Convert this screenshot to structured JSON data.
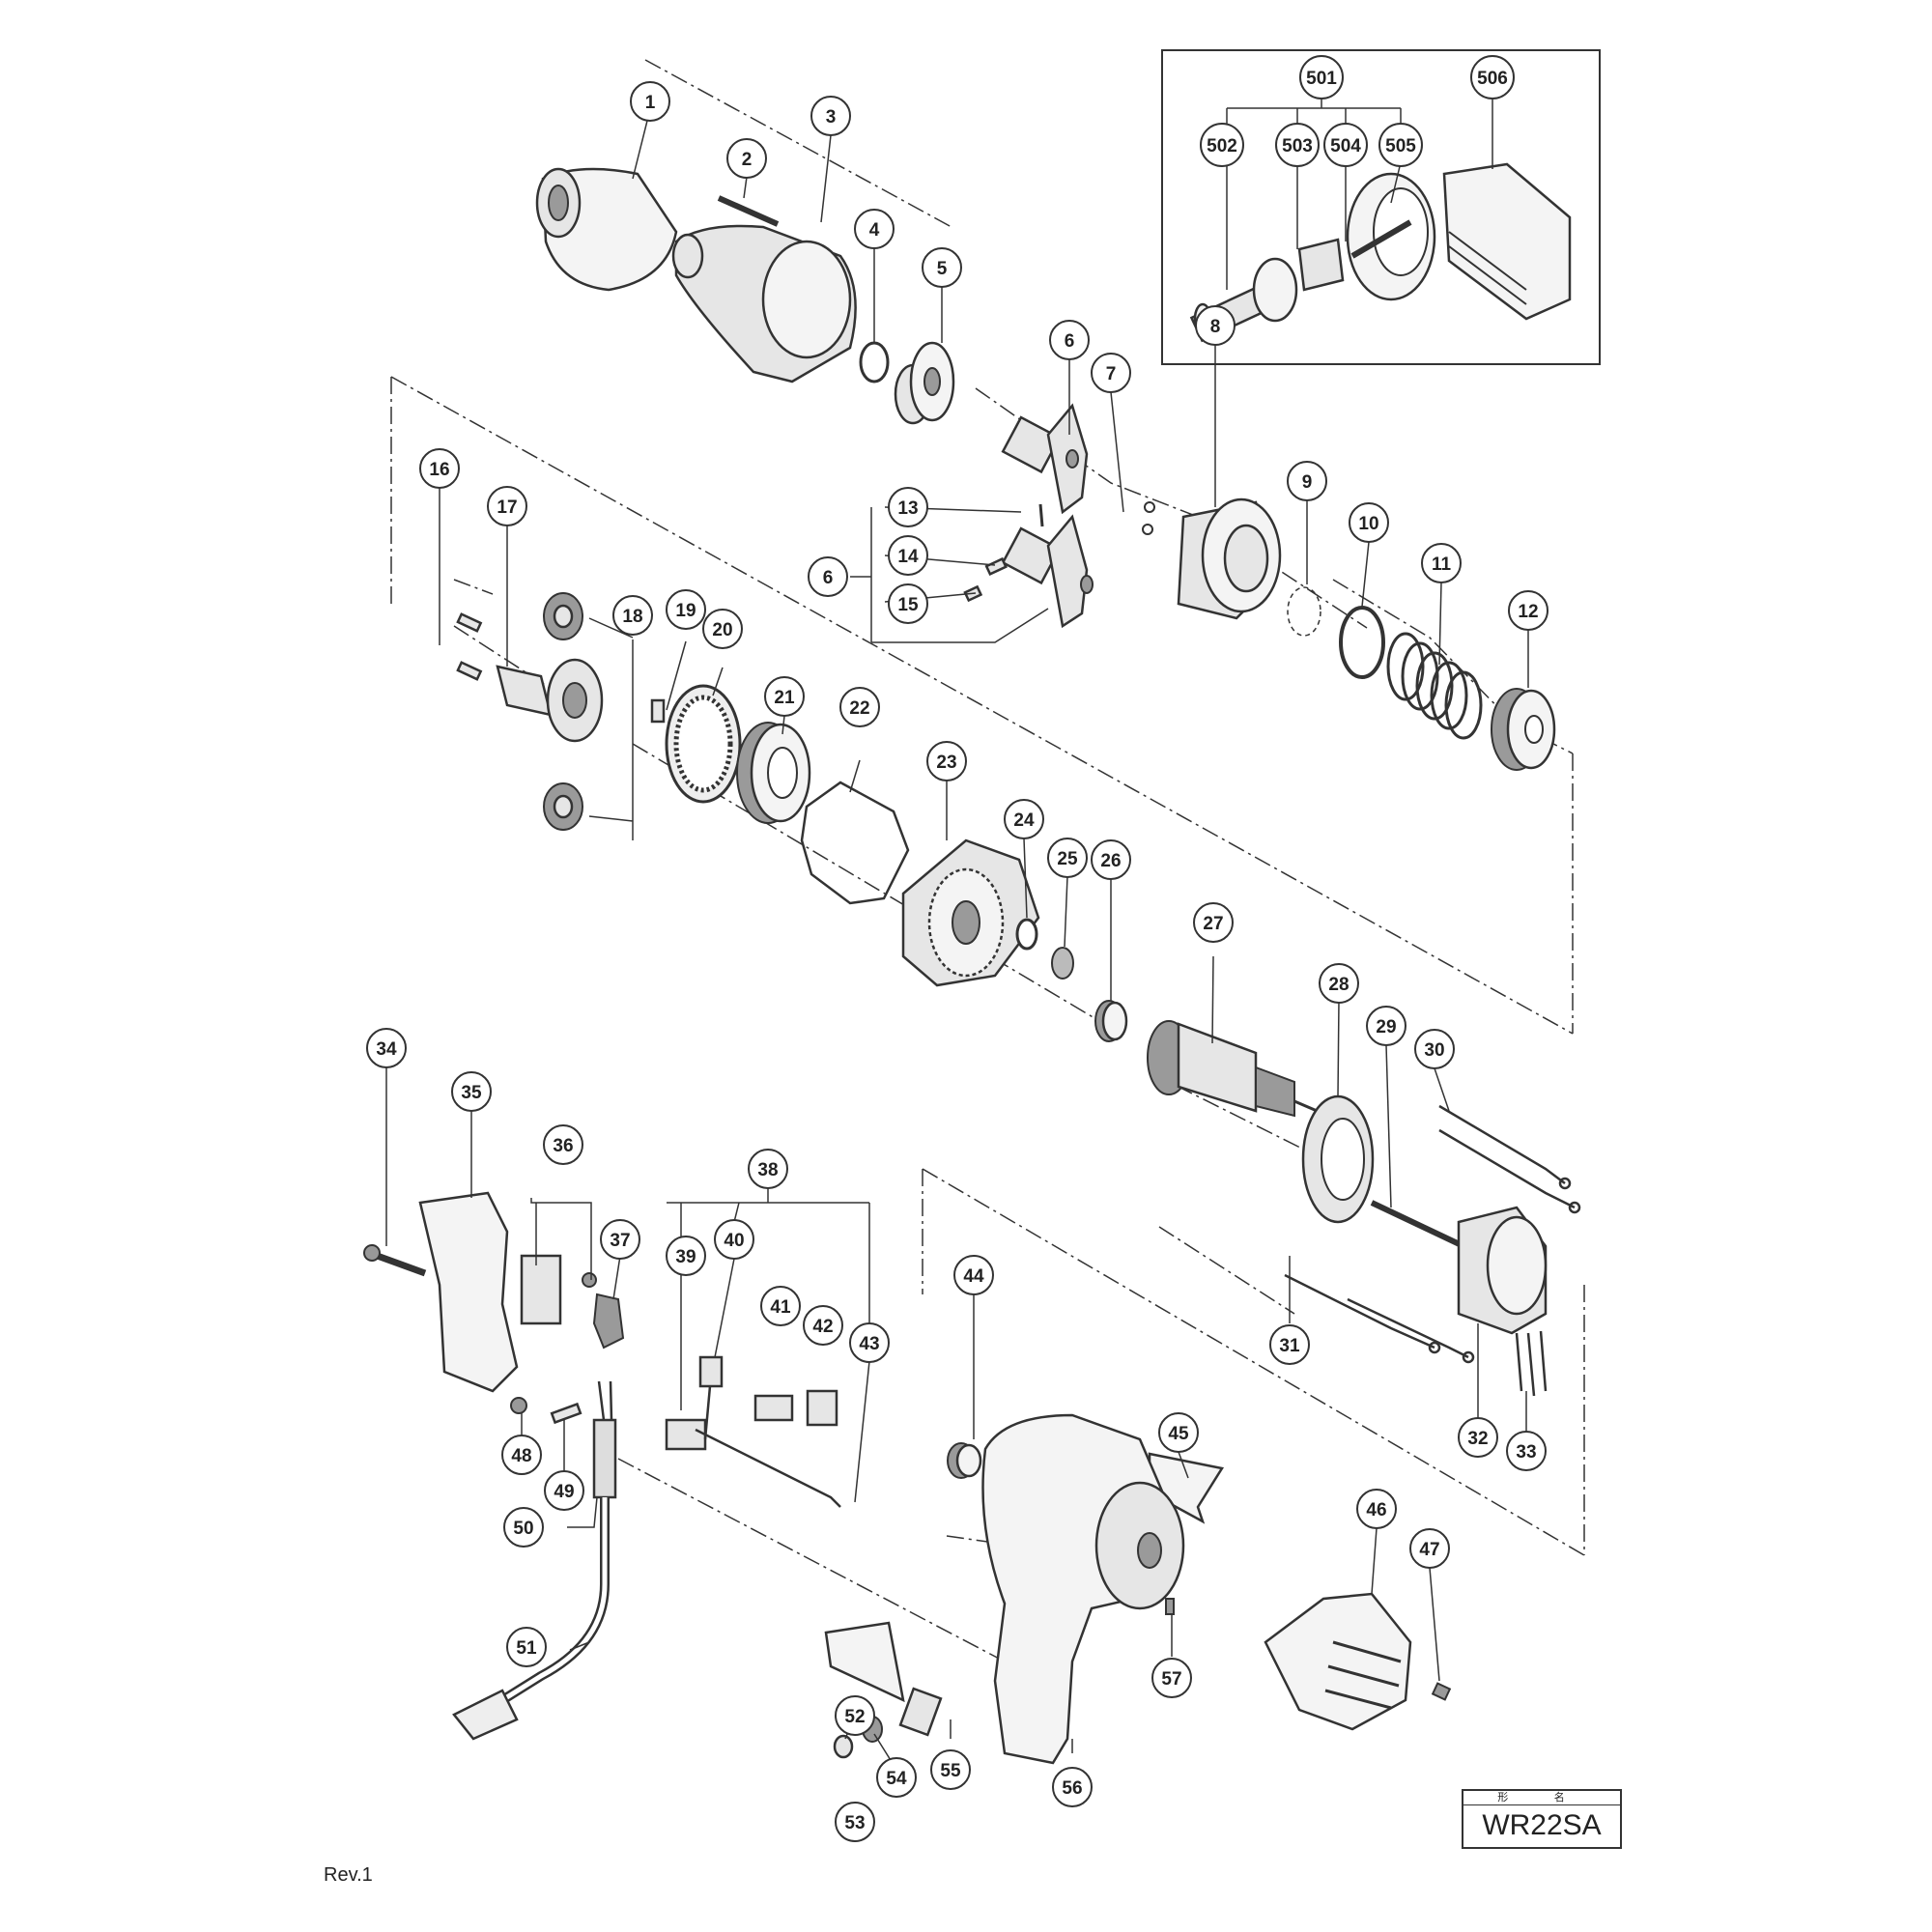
{
  "model": {
    "header": "形 名",
    "name": "WR22SA"
  },
  "revision": "Rev.1",
  "callouts": [
    "1",
    "2",
    "3",
    "4",
    "5",
    "6",
    "7",
    "8",
    "9",
    "10",
    "11",
    "12",
    "13",
    "14",
    "15",
    "6",
    "16",
    "17",
    "18",
    "19",
    "20",
    "21",
    "22",
    "23",
    "24",
    "25",
    "26",
    "27",
    "28",
    "29",
    "30",
    "31",
    "32",
    "33",
    "34",
    "35",
    "36",
    "37",
    "38",
    "39",
    "40",
    "41",
    "42",
    "43",
    "44",
    "45",
    "46",
    "47",
    "48",
    "49",
    "50",
    "51",
    "52",
    "53",
    "54",
    "55",
    "56",
    "57",
    "501",
    "502",
    "503",
    "504",
    "505",
    "506"
  ]
}
